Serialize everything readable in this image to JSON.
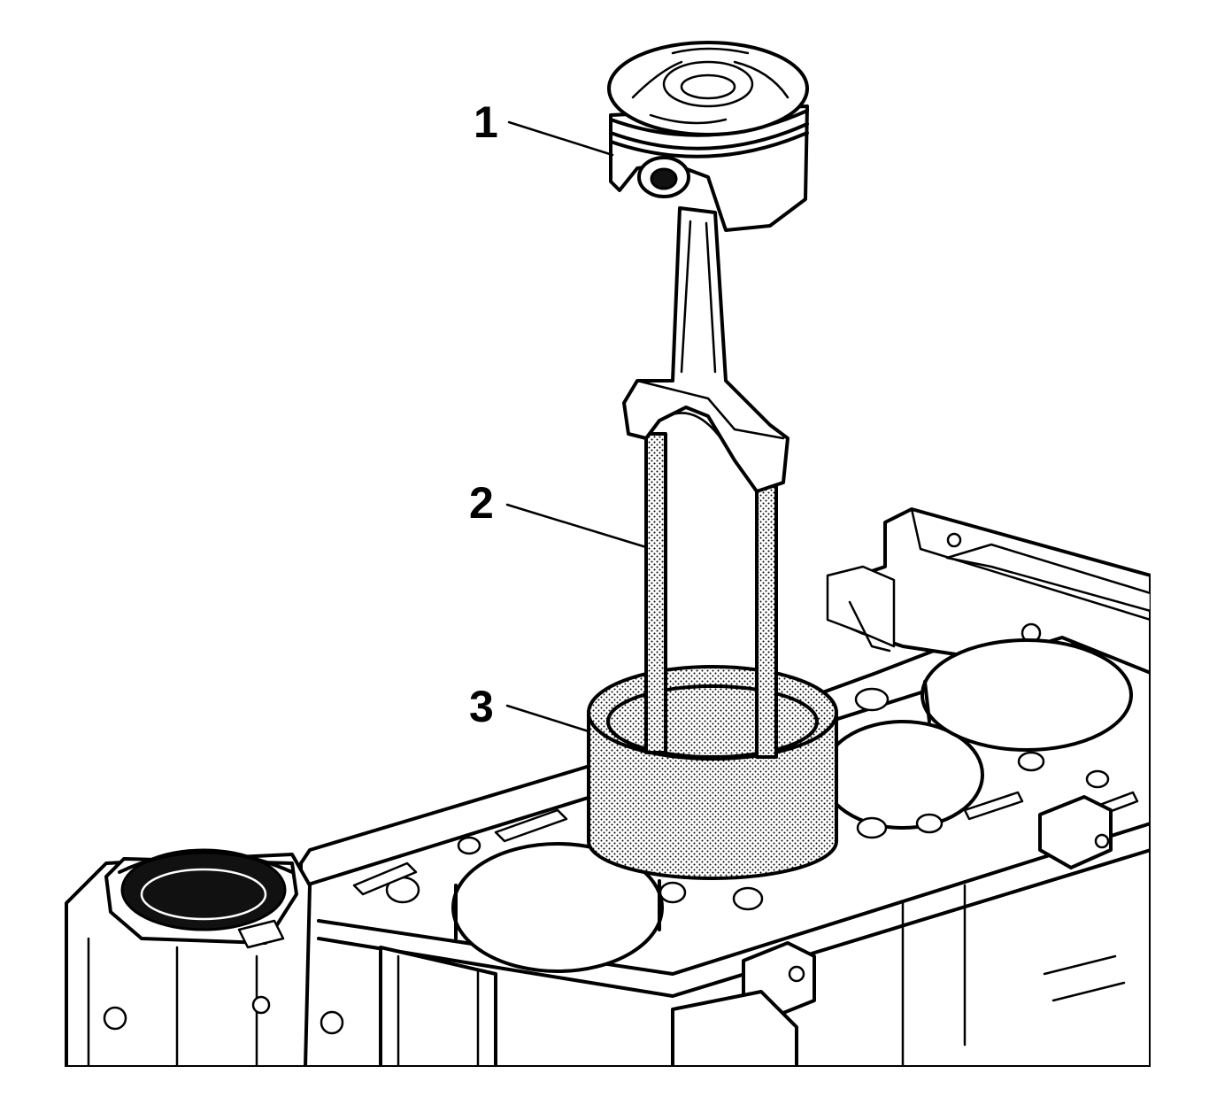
{
  "figure": {
    "callouts": [
      {
        "id": "1",
        "label": "1"
      },
      {
        "id": "2",
        "label": "2"
      },
      {
        "id": "3",
        "label": "3"
      }
    ],
    "colors": {
      "line": "#000000",
      "background": "#ffffff",
      "stipple": "#000000"
    }
  }
}
